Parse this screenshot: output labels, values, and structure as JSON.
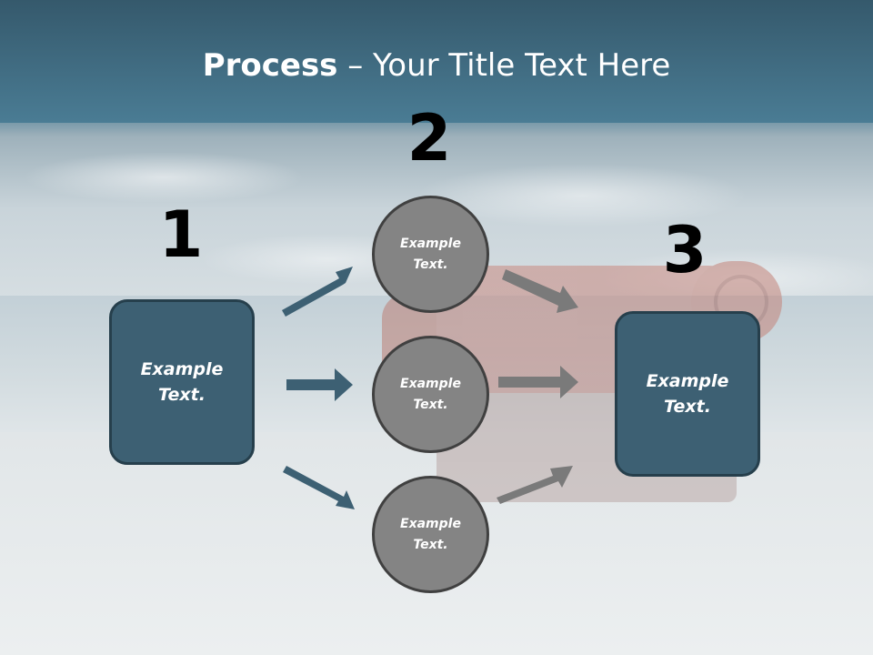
{
  "slide": {
    "title_bold": "Process",
    "title_rest": " – Your Title Text Here"
  },
  "steps": [
    {
      "number": "1",
      "label": "Example\nText."
    },
    {
      "number": "2",
      "items": [
        "Example\nText.",
        "Example\nText.",
        "Example\nText."
      ]
    },
    {
      "number": "3",
      "label": "Example\nText."
    }
  ],
  "colors": {
    "box_fill": "#3d6073",
    "box_border": "#263f4c",
    "circle_fill": "#848484",
    "circle_border": "#404040",
    "arrow_blue": "#3d6073",
    "arrow_gray": "#7a7a7a"
  }
}
